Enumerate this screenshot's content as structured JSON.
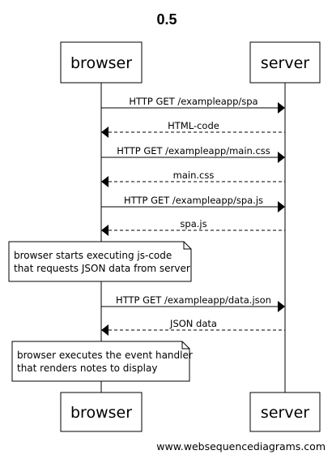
{
  "title": "0.5",
  "actors": [
    {
      "id": "browser",
      "label": "browser"
    },
    {
      "id": "server",
      "label": "server"
    }
  ],
  "events": [
    {
      "type": "message",
      "from": "browser",
      "to": "server",
      "label": "HTTP GET /exampleapp/spa",
      "style": "solid"
    },
    {
      "type": "message",
      "from": "server",
      "to": "browser",
      "label": "HTML-code",
      "style": "dashed"
    },
    {
      "type": "message",
      "from": "browser",
      "to": "server",
      "label": "HTTP GET /exampleapp/main.css",
      "style": "solid"
    },
    {
      "type": "message",
      "from": "server",
      "to": "browser",
      "label": "main.css",
      "style": "dashed"
    },
    {
      "type": "message",
      "from": "browser",
      "to": "server",
      "label": "HTTP GET /exampleapp/spa.js",
      "style": "solid"
    },
    {
      "type": "message",
      "from": "server",
      "to": "browser",
      "label": "spa.js",
      "style": "dashed"
    },
    {
      "type": "note",
      "over": "browser",
      "lines": [
        "browser starts executing js-code",
        "that requests JSON data from server"
      ]
    },
    {
      "type": "message",
      "from": "browser",
      "to": "server",
      "label": "HTTP GET /exampleapp/data.json",
      "style": "solid"
    },
    {
      "type": "message",
      "from": "server",
      "to": "browser",
      "label": "JSON data",
      "style": "dashed"
    },
    {
      "type": "note",
      "over": "browser",
      "lines": [
        "browser executes the event handler",
        "that renders notes to display"
      ]
    }
  ],
  "footer": "www.websequencediagrams.com"
}
